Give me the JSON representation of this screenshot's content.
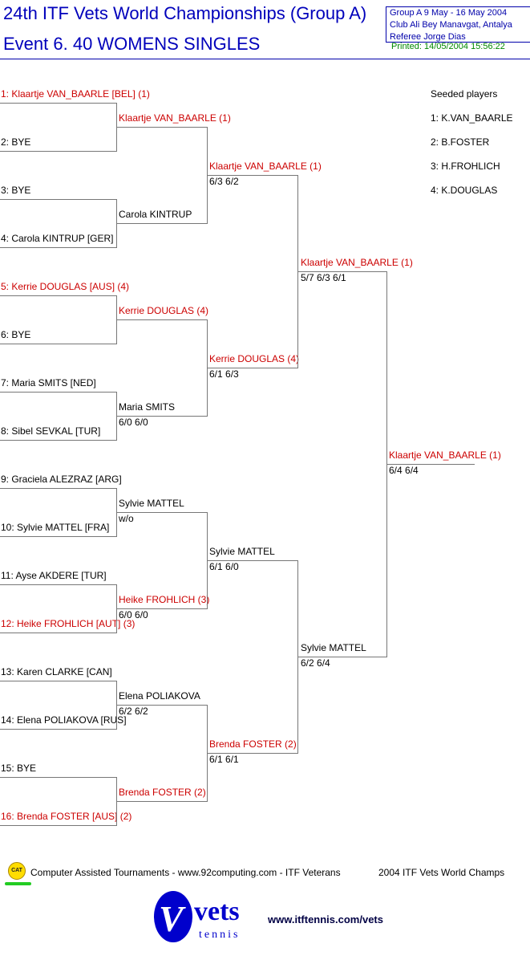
{
  "header": {
    "title": "24th ITF Vets World Championships (Group A)",
    "subtitle": "Event 6. 40 WOMENS SINGLES",
    "info": [
      "Group A   9 May - 16 May 2004",
      "Club Ali Bey Manavgat, Antalya",
      "Referee Jorge Dias"
    ],
    "printed": "Printed: 14/05/2004 15:56:22"
  },
  "colors": {
    "title": "#0000bb",
    "seeded": "#cc0000",
    "lines": "#777777",
    "printed": "#008800"
  },
  "draw": [
    {
      "label": "1: Klaartje VAN_BAARLE [BEL] (1)",
      "seeded": true
    },
    {
      "label": "2: BYE",
      "seeded": false
    },
    {
      "label": "3: BYE",
      "seeded": false
    },
    {
      "label": "4: Carola KINTRUP [GER]",
      "seeded": false
    },
    {
      "label": "5: Kerrie DOUGLAS [AUS] (4)",
      "seeded": true
    },
    {
      "label": "6: BYE",
      "seeded": false
    },
    {
      "label": "7: Maria SMITS [NED]",
      "seeded": false
    },
    {
      "label": "8: Sibel SEVKAL [TUR]",
      "seeded": false
    },
    {
      "label": "9: Graciela ALEZRAZ [ARG]",
      "seeded": false
    },
    {
      "label": "10: Sylvie MATTEL [FRA]",
      "seeded": false
    },
    {
      "label": "11: Ayse AKDERE [TUR]",
      "seeded": false
    },
    {
      "label": "12: Heike FROHLICH [AUT] (3)",
      "seeded": true
    },
    {
      "label": "13: Karen CLARKE [CAN]",
      "seeded": false
    },
    {
      "label": "14: Elena POLIAKOVA [RUS]",
      "seeded": false
    },
    {
      "label": "15: BYE",
      "seeded": false
    },
    {
      "label": "16: Brenda FOSTER [AUS] (2)",
      "seeded": true
    }
  ],
  "round2": [
    {
      "name": "Klaartje VAN_BAARLE (1)",
      "score": "",
      "seeded": true
    },
    {
      "name": "Carola KINTRUP",
      "score": "",
      "seeded": false
    },
    {
      "name": "Kerrie DOUGLAS (4)",
      "score": "",
      "seeded": true
    },
    {
      "name": "Maria SMITS",
      "score": "6/0 6/0",
      "seeded": false
    },
    {
      "name": "Sylvie MATTEL",
      "score": "w/o",
      "seeded": false
    },
    {
      "name": "Heike FROHLICH (3)",
      "score": "6/0 6/0",
      "seeded": true
    },
    {
      "name": "Elena POLIAKOVA",
      "score": "6/2 6/2",
      "seeded": false
    },
    {
      "name": "Brenda FOSTER (2)",
      "score": "",
      "seeded": true
    }
  ],
  "quarterfinals": [
    {
      "name": "Klaartje VAN_BAARLE (1)",
      "score": "6/3 6/2",
      "seeded": true
    },
    {
      "name": "Kerrie DOUGLAS (4)",
      "score": "6/1 6/3",
      "seeded": true
    },
    {
      "name": "Sylvie MATTEL",
      "score": "6/1 6/0",
      "seeded": false
    },
    {
      "name": "Brenda FOSTER (2)",
      "score": "6/1 6/1",
      "seeded": true
    }
  ],
  "semifinals": [
    {
      "name": "Klaartje VAN_BAARLE (1)",
      "score": "5/7 6/3 6/1",
      "seeded": true
    },
    {
      "name": "Sylvie MATTEL",
      "score": "6/2 6/4",
      "seeded": false
    }
  ],
  "final": [
    {
      "name": "Klaartje VAN_BAARLE (1)",
      "score": "6/4 6/4",
      "seeded": true
    }
  ],
  "seeds": {
    "heading": "Seeded players",
    "list": [
      "1: K.VAN_BAARLE",
      "2: B.FOSTER",
      "3: H.FROHLICH",
      "4: K.DOUGLAS"
    ]
  },
  "footer": {
    "cat_icon": "CAT",
    "text": "Computer Assisted Tournaments - www.92computing.com -  ITF Veterans",
    "right": "2004 ITF Vets World Champs",
    "logo_v": "V",
    "logo_vets": "vets",
    "logo_tennis": "tennis",
    "url": "www.itftennis.com/vets"
  }
}
